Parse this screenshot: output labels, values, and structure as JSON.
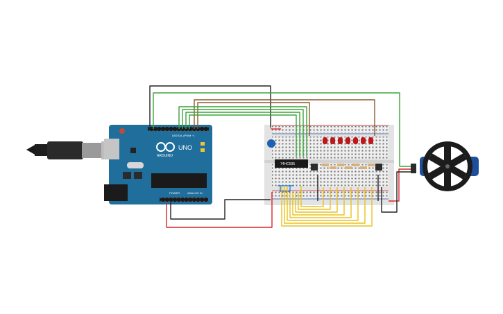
{
  "arduino": {
    "brand_text": "ARDUINO",
    "model_text": "UNO",
    "digital_label": "DIGITAL (PWM ~)",
    "power_label": "POWER",
    "analog_label": "ANALOG IN",
    "brand_color": "#1f6e9c"
  },
  "shift_register": {
    "part_label": "74HC595"
  },
  "leds": {
    "count": 7,
    "color": "#c0171b"
  },
  "servo": {
    "body_color": "#1f4e9a",
    "wheel_color": "#1c1c1c"
  },
  "wire_colors": {
    "black": "#222222",
    "green": "#3aa33a",
    "brown": "#8b5a2b",
    "red": "#d9242a",
    "yellow": "#e8c21a"
  }
}
